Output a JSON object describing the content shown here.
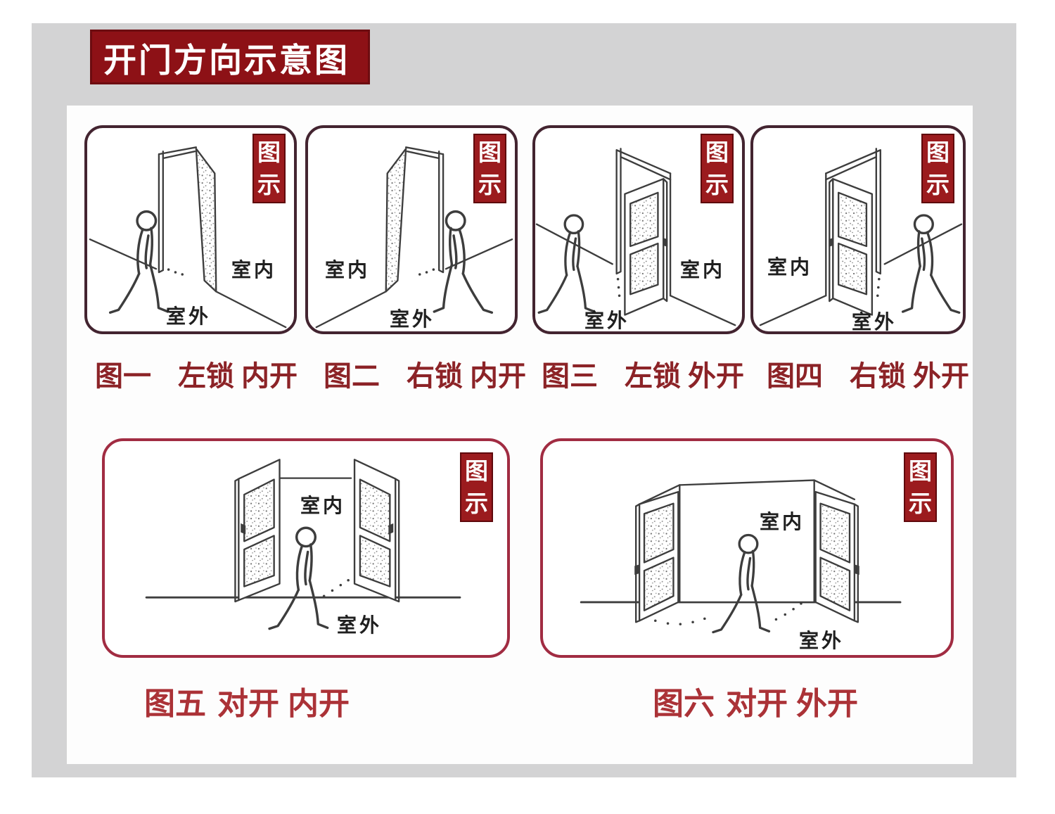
{
  "header": {
    "title": "开门方向示意图"
  },
  "board": {
    "badge": {
      "char_top": "图",
      "char_bottom": "示"
    },
    "room_labels": {
      "indoor": "室内",
      "outdoor": "室外"
    },
    "panels": [
      {
        "id": 1,
        "caption": {
          "num": "图一",
          "lock": "左锁",
          "dir": "内开"
        }
      },
      {
        "id": 2,
        "caption": {
          "num": "图二",
          "lock": "右锁",
          "dir": "内开"
        }
      },
      {
        "id": 3,
        "caption": {
          "num": "图三",
          "lock": "左锁",
          "dir": "外开"
        }
      },
      {
        "id": 4,
        "caption": {
          "num": "图四",
          "lock": "右锁",
          "dir": "外开"
        }
      },
      {
        "id": 5,
        "caption": {
          "num": "图五",
          "lock": "对开",
          "dir": "内开"
        }
      },
      {
        "id": 6,
        "caption": {
          "num": "图六",
          "lock": "对开",
          "dir": "外开"
        }
      }
    ]
  },
  "colors": {
    "banner_bg": "#8d1116",
    "banner_border": "#6d0c10",
    "banner_text": "#ffffff",
    "badge_bg": "#9b1b1e",
    "panel_border_top_row": "#432430",
    "panel_border_bottom_row": "#a12c42",
    "caption_top_row": "#8c2327",
    "caption_bottom_row": "#ab3237",
    "backdrop": "#d3d3d4",
    "sketch_stroke": "#3d3d3d"
  }
}
